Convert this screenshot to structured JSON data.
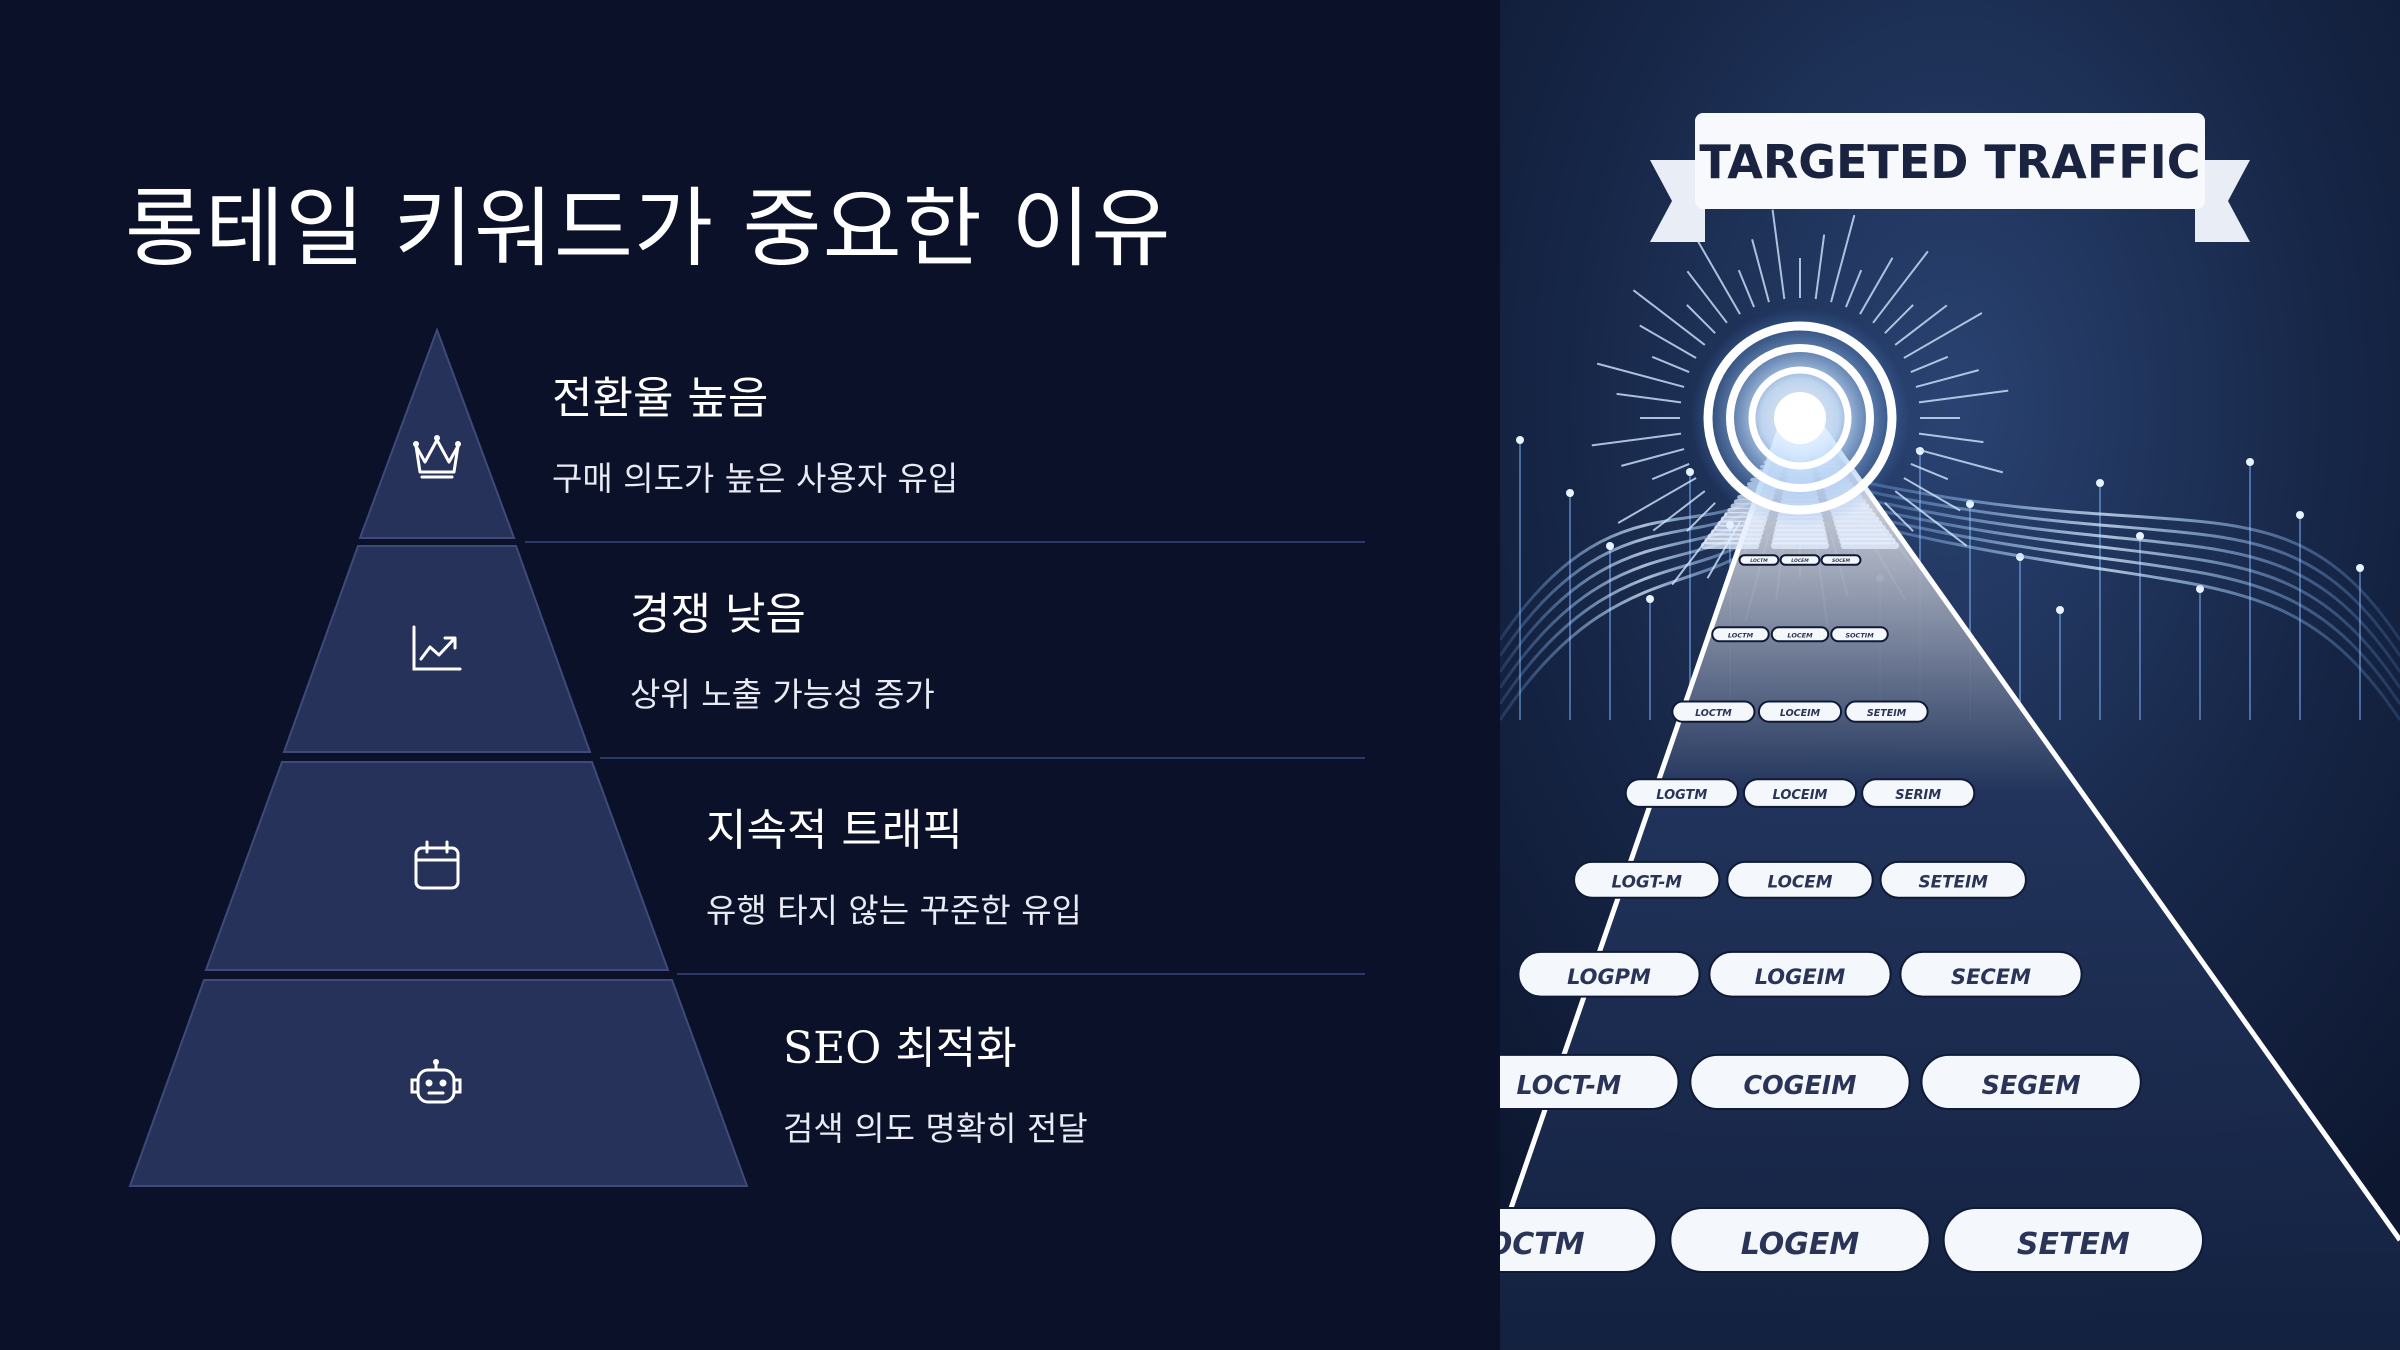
{
  "slide": {
    "title": "롱테일 키워드가 중요한 이유"
  },
  "tiers": [
    {
      "heading": "전환율 높음",
      "description": "구매 의도가 높은 사용자 유입",
      "icon": "crown-icon"
    },
    {
      "heading": "경쟁 낮음",
      "description": "상위 노출 가능성 증가",
      "icon": "trending-chart-icon"
    },
    {
      "heading": "지속적 트래픽",
      "description": "유행 타지 않는 꾸준한 유입",
      "icon": "calendar-icon"
    },
    {
      "heading": "SEO 최적화",
      "description": "검색 의도 명확히 전달",
      "icon": "robot-icon"
    }
  ],
  "illustration": {
    "banner_text": "TARGETED TRAFFIC",
    "road_rows": [
      [
        "LOCTM",
        "LOGEM",
        "SETEM"
      ],
      [
        "LOCT-M",
        "COGEIM",
        "SEGEM"
      ],
      [
        "LOGPM",
        "LOGEIM",
        "SECEM"
      ],
      [
        "LOGT-M",
        "LOCEM",
        "SETEIM"
      ],
      [
        "LOGTM",
        "LOCEIM",
        "SERIM"
      ],
      [
        "LOCTM",
        "LOCEIM",
        "SETEIM"
      ],
      [
        "LOCTM",
        "LOCEM",
        "SOCTIM"
      ],
      [
        "LOCTM",
        "LOCEM",
        "SOCEM"
      ]
    ]
  },
  "colors": {
    "background": "#0b1128",
    "tier_fill": "#27325a",
    "tier_stroke": "#3d4a7a",
    "divider": "#2c3866",
    "text": "#ffffff",
    "illustration_bg": "#14203f",
    "glow": "#8fc3ff"
  }
}
